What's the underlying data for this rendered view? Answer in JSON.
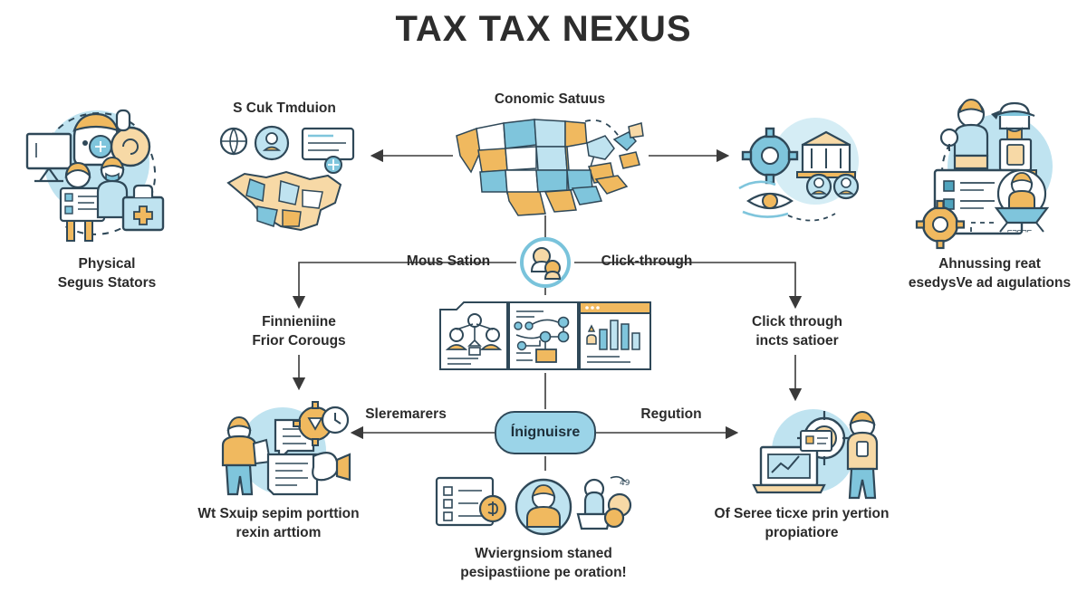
{
  "header": {
    "title": "TAX TAX NEXUS"
  },
  "colors": {
    "ink": "#2f4858",
    "orange": "#f0b95f",
    "orange_light": "#f7d9a6",
    "blue": "#7fc5dc",
    "blue_light": "#bfe3f0",
    "blue_pale": "#cfe9f4",
    "teal": "#4fa3bd",
    "title": "#2d2d2d",
    "line": "#3a3a3a"
  },
  "nodes": {
    "top_center": {
      "label": "Conomic Satuus",
      "icon": "us-map-illustration"
    },
    "top_left": {
      "label": "S Cuk Tmduion",
      "icon": "global-network-map-illustration"
    },
    "top_right": {
      "label": "",
      "icon": "gear-bank-eye-illustration"
    },
    "far_left": {
      "label": "Physical\nSeguıs Stators",
      "icon": "presentation-team-medical-illustration"
    },
    "far_right": {
      "label": "Ahnussing reat\nesedysVe ad aıgulations",
      "icon": "desk-dashboard-gear-illustration"
    },
    "mid_left": {
      "label": "Finnieniine\nFrior Corougs"
    },
    "mid_right": {
      "label": "Click through\nincts satioer"
    },
    "center_panel": {
      "icon": "three-panel-dashboard-illustration"
    },
    "bottom_left": {
      "label": "Wt Sxuip sepim porttion\nrexin arttiom",
      "icon": "person-documents-gear-illustration"
    },
    "bottom_center": {
      "label": "Wviergnsiom staned\npesipastiione pe oration!",
      "icon": "forms-person-coins-illustration"
    },
    "bottom_right": {
      "label": "Of Seree ticxe prin yertion\npropiatiore",
      "icon": "laptop-target-person-illustration"
    }
  },
  "connectors": {
    "hub_left_label": "Mous Sation",
    "hub_right_label": "Click-through",
    "hub_icon": "people-hub-icon",
    "pill_label": "Ínignuisre",
    "pill_left_label": "Sleremarers",
    "pill_right_label": "Regution"
  }
}
